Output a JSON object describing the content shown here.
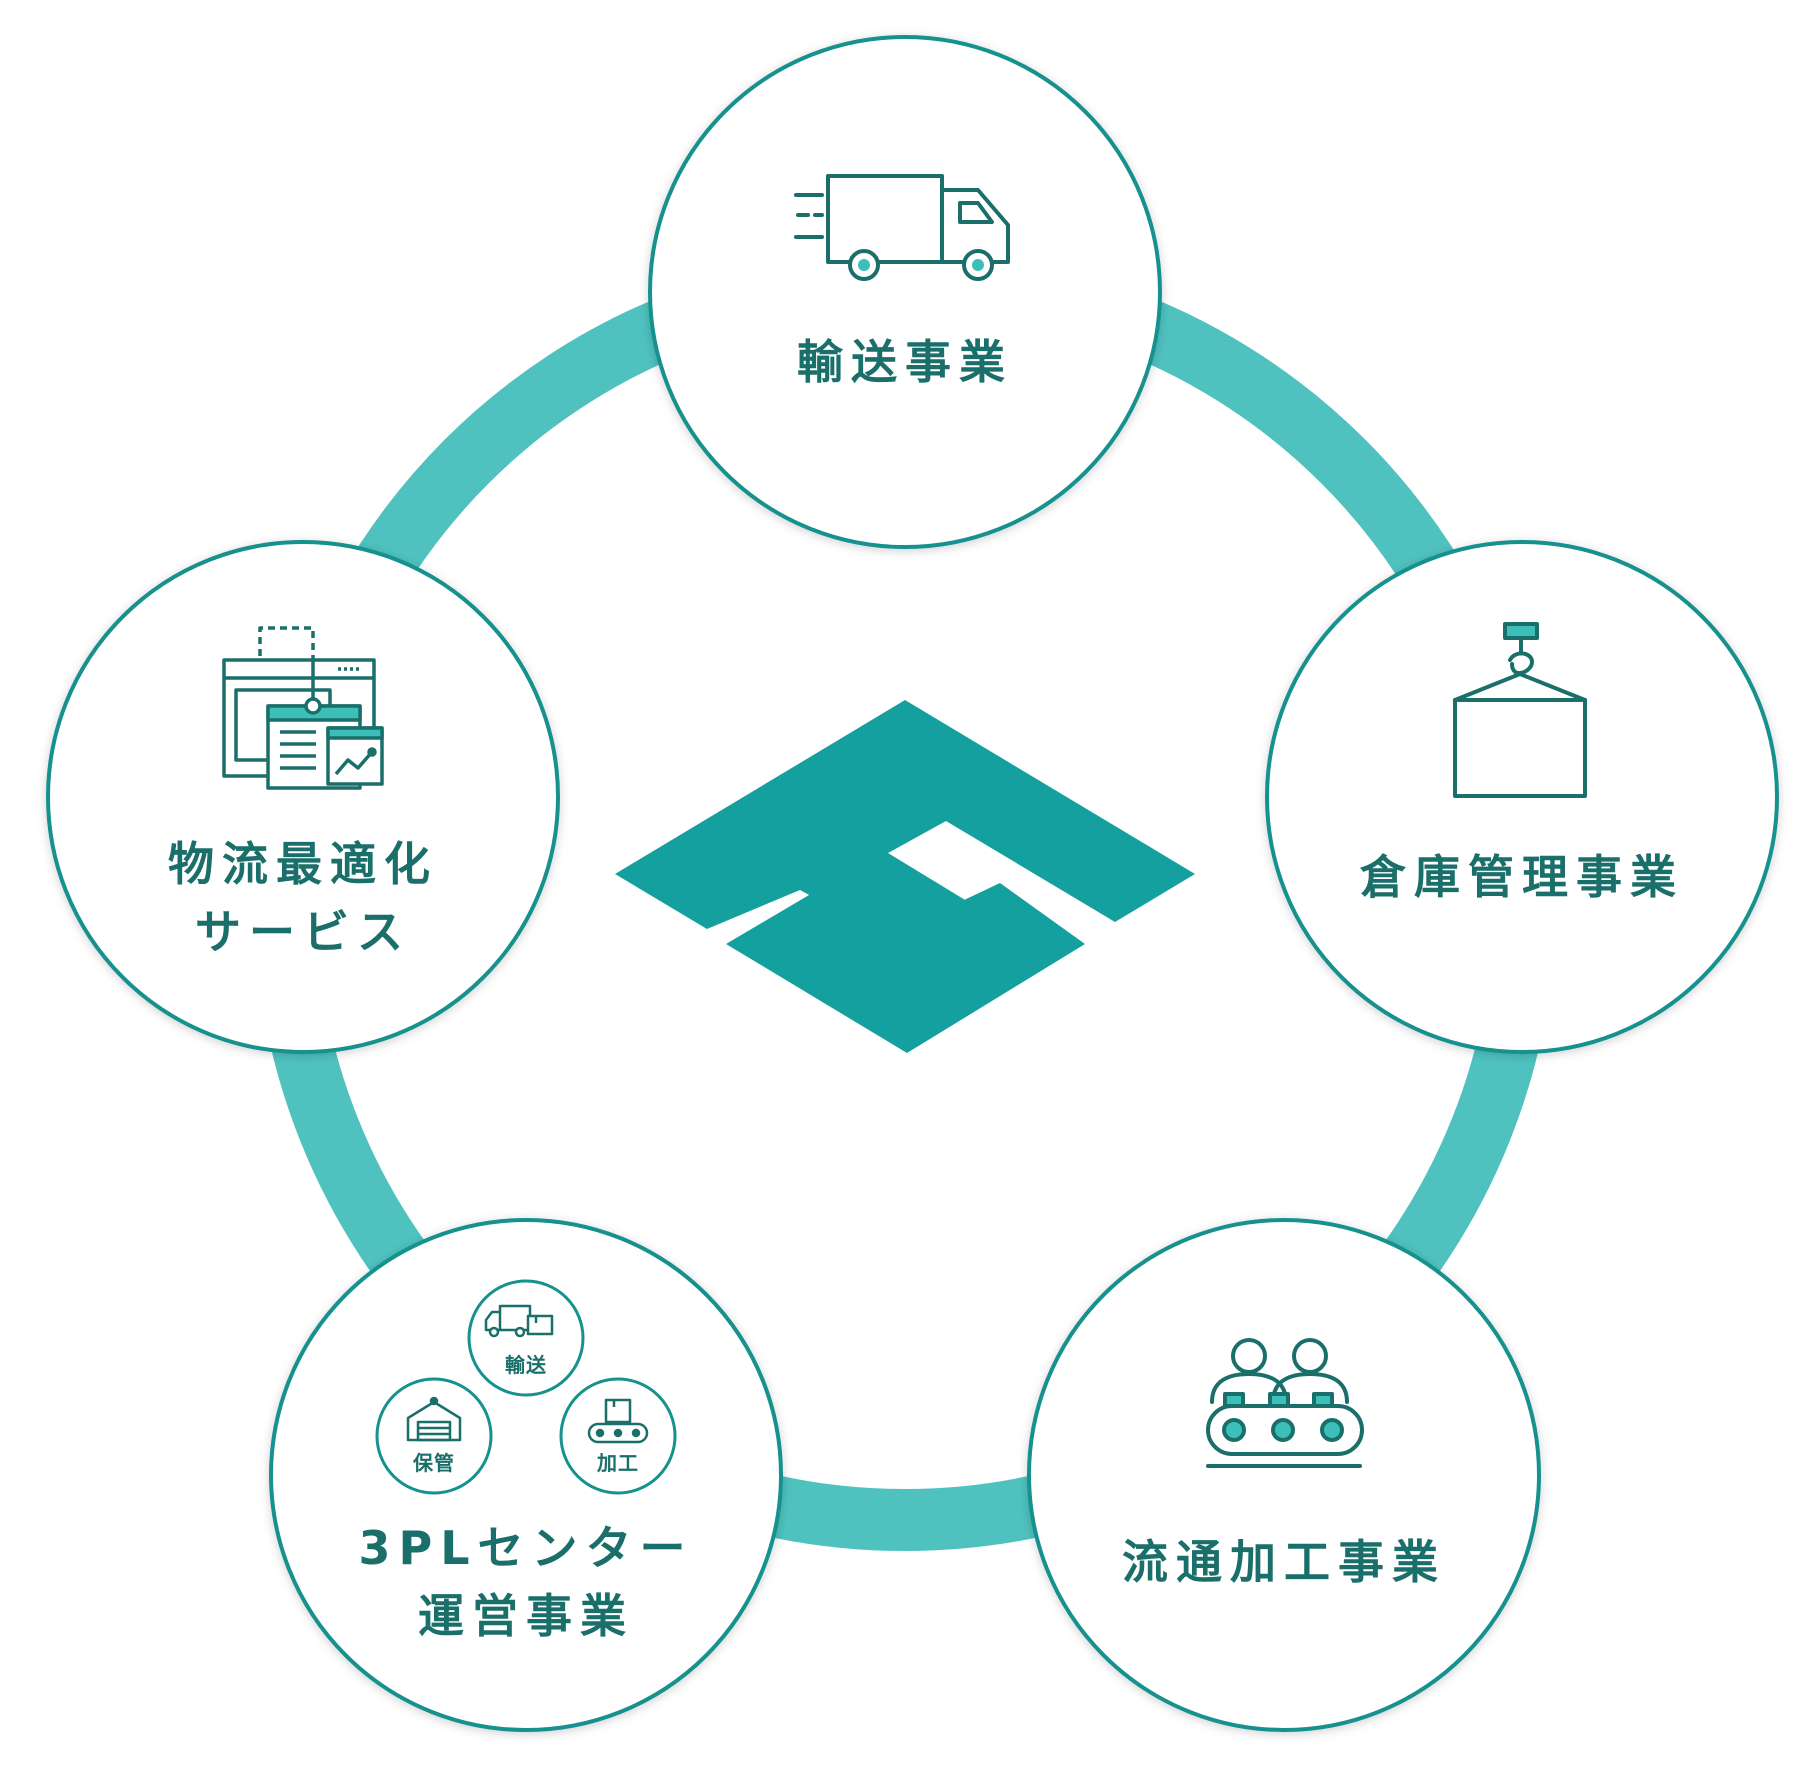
{
  "colors": {
    "ring": "#4fc2bf",
    "node_border": "#15918e",
    "logo": "#14a09e",
    "text": "#1a6f6a",
    "icon": "#1a6f6a",
    "icon_accent": "#3cbfb9"
  },
  "center_logo": {
    "icon": "company-logo-diamond"
  },
  "nodes": [
    {
      "id": "transport",
      "icon": "truck-icon",
      "label_lines": [
        "輸送事業"
      ]
    },
    {
      "id": "warehouse",
      "icon": "crane-hook-box-icon",
      "label_lines": [
        "倉庫管理事業"
      ]
    },
    {
      "id": "processing",
      "icon": "conveyor-workers-icon",
      "label_lines": [
        "流通加工事業"
      ]
    },
    {
      "id": "3pl",
      "icon": "3pl-cluster-icon",
      "label_lines": [
        "3PLセンター",
        "運営事業"
      ],
      "sub_nodes": [
        {
          "icon": "truck-boxes-icon",
          "label": "輸送"
        },
        {
          "icon": "warehouse-icon",
          "label": "保管"
        },
        {
          "icon": "conveyor-icon",
          "label": "加工"
        }
      ]
    },
    {
      "id": "optimization",
      "icon": "dashboard-windows-icon",
      "label_lines": [
        "物流最適化",
        "サービス"
      ]
    }
  ]
}
